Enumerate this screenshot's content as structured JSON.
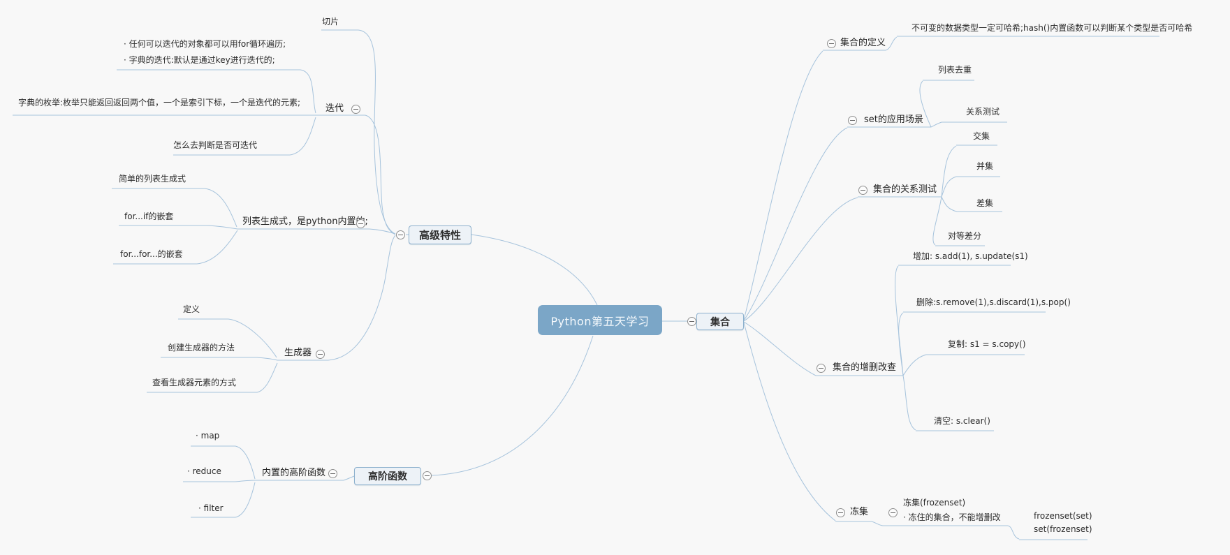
{
  "colors": {
    "background": "#f8f8f8",
    "branch_line": "#a6c3dc",
    "central_fill": "#7ba6c7",
    "node_fill": "#edf2f7",
    "node_border": "#8cb0cd"
  },
  "root": {
    "label": "Python第五天学习"
  },
  "left": {
    "advanced": {
      "label": "高级特性",
      "slice": "切片",
      "iteration": {
        "label": "迭代",
        "note1": "· 任何可以迭代的对象都可以用for循环遍历;",
        "note2": "·  字典的迭代:默认是通过key进行迭代的;",
        "enum": "字典的枚举:枚举只能返回返回两个值，一个是索引下标，一个是迭代的元素;",
        "judge": "怎么去判断是否可迭代"
      },
      "listcomp": {
        "label": "列表生成式，是python内置的;",
        "simple": "简单的列表生成式",
        "for_if": "for...if的嵌套",
        "for_for": "for...for...的嵌套"
      },
      "generator": {
        "label": "生成器",
        "definition": "定义",
        "create": "创建生成器的方法",
        "view": "查看生成器元素的方式"
      }
    },
    "hof": {
      "label": "高阶函数",
      "builtin": {
        "label": "内置的高阶函数",
        "map": "· map",
        "reduce": "· reduce",
        "filter": "· filter"
      }
    }
  },
  "right": {
    "set": {
      "label": "集合",
      "definition": {
        "label": "集合的定义",
        "note": "不可变的数据类型一定可哈希;hash()内置函数可以判断某个类型是否可哈希"
      },
      "usage": {
        "label": "set的应用场景",
        "dedupe": "列表去重",
        "relation": "关系测试"
      },
      "relation_test": {
        "label": "集合的关系测试",
        "intersection": "交集",
        "union": "并集",
        "difference": "差集",
        "symmetric": "对等差分"
      },
      "crud": {
        "label": "集合的增删改查",
        "add": "增加: s.add(1), s.update(s1)",
        "remove": "删除:s.remove(1),s.discard(1),s.pop()",
        "copy": "复制: s1 = s.copy()",
        "clear": "清空: s.clear()"
      },
      "frozen": {
        "label": "冻集",
        "note1": "冻集(frozenset)",
        "note2": "· 冻住的集合，不能增删改",
        "code1": "frozenset(set)",
        "code2": "set(frozenset)"
      }
    }
  }
}
